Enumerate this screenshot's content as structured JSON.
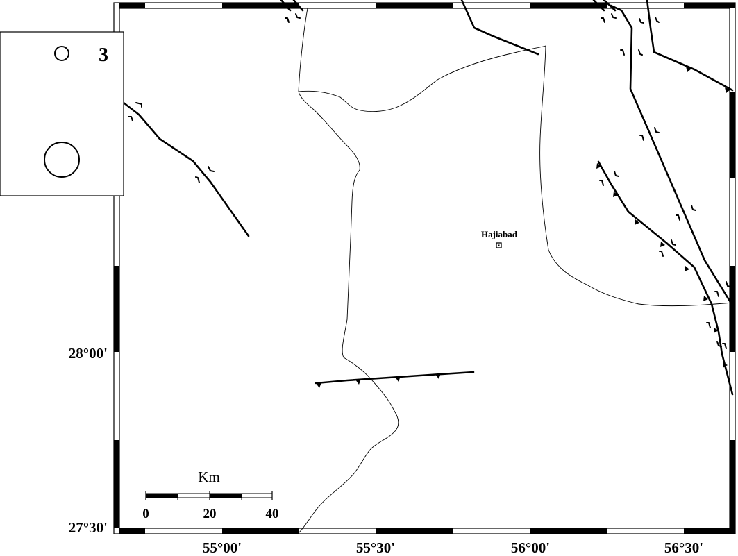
{
  "map": {
    "x_axis_labels": [
      "55°00'",
      "55°30'",
      "56°00'",
      "56°30'"
    ],
    "y_axis_labels": [
      "28°00'",
      "27°30'"
    ],
    "city": {
      "name": "Hajiabad"
    },
    "scale_bar": {
      "unit": "Km",
      "ticks": [
        "0",
        "20",
        "40"
      ]
    },
    "legend": {
      "label": "3"
    }
  }
}
